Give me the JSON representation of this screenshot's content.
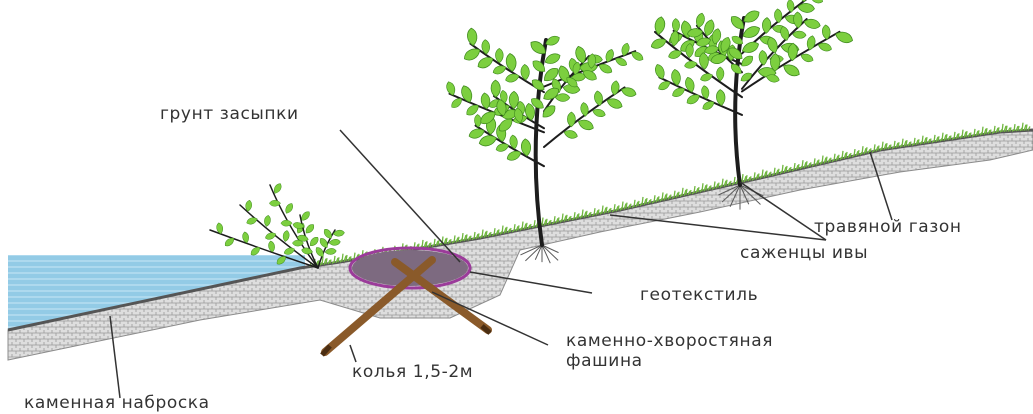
{
  "labels": {
    "backfill_soil": "грунт засыпки",
    "grass_lawn": "травяной газон",
    "willow_saplings": "саженцы ивы",
    "geotextile": "геотекстиль",
    "fascine_line1": "каменно-хворостяная",
    "fascine_line2": "фашина",
    "stakes": "колья 1,5-2м",
    "stone_riprap": "каменная наброска"
  },
  "colors": {
    "water": "#8ec9e4",
    "soil": "#d6d6d6",
    "grass": "#6fb63f",
    "leaf": "#7ccf3f",
    "trunk": "#1d1d1d",
    "stake": "#8a5a2a",
    "geotextile": "#9b3b9a",
    "leader": "#333333"
  },
  "icons": [
    "willow-tree",
    "willow-bush",
    "wooden-stake",
    "fascine-bundle"
  ]
}
